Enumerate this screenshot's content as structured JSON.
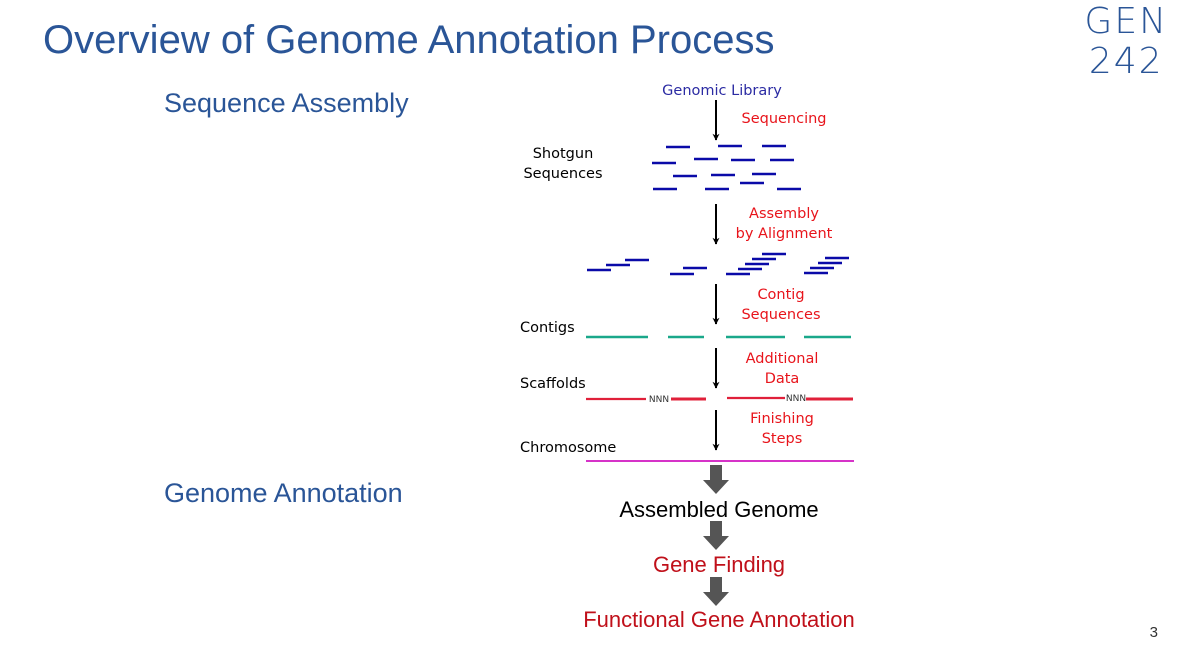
{
  "slide": {
    "title": "Overview of Genome Annotation Process",
    "course_line1": "GEN",
    "course_line2": "242",
    "page_number": "3"
  },
  "sections": {
    "assembly": "Sequence Assembly",
    "annotation": "Genome Annotation"
  },
  "diagram": {
    "source": "Genomic Library",
    "stages": {
      "shotgun_line1": "Shotgun",
      "shotgun_line2": "Sequences",
      "contigs": "Contigs",
      "scaffolds": "Scaffolds",
      "chromosome": "Chromosome"
    },
    "steps": {
      "sequencing": "Sequencing",
      "assembly_line1": "Assembly",
      "assembly_line2": "by Alignment",
      "contig_line1": "Contig",
      "contig_line2": "Sequences",
      "additional_line1": "Additional",
      "additional_line2": "Data",
      "finishing_line1": "Finishing",
      "finishing_line2": "Steps"
    },
    "gap_marker": "NNN",
    "pipeline": {
      "assembled": "Assembled Genome",
      "gene_finding": "Gene Finding",
      "functional": "Functional Gene Annotation"
    },
    "colors": {
      "read": "#0a0aa8",
      "contig": "#1aa88a",
      "scaffold": "#e0203a",
      "chromosome": "#d633c8",
      "step_text": "#e8141b",
      "pipeline_red": "#c0101a",
      "block_arrow": "#555555"
    }
  }
}
